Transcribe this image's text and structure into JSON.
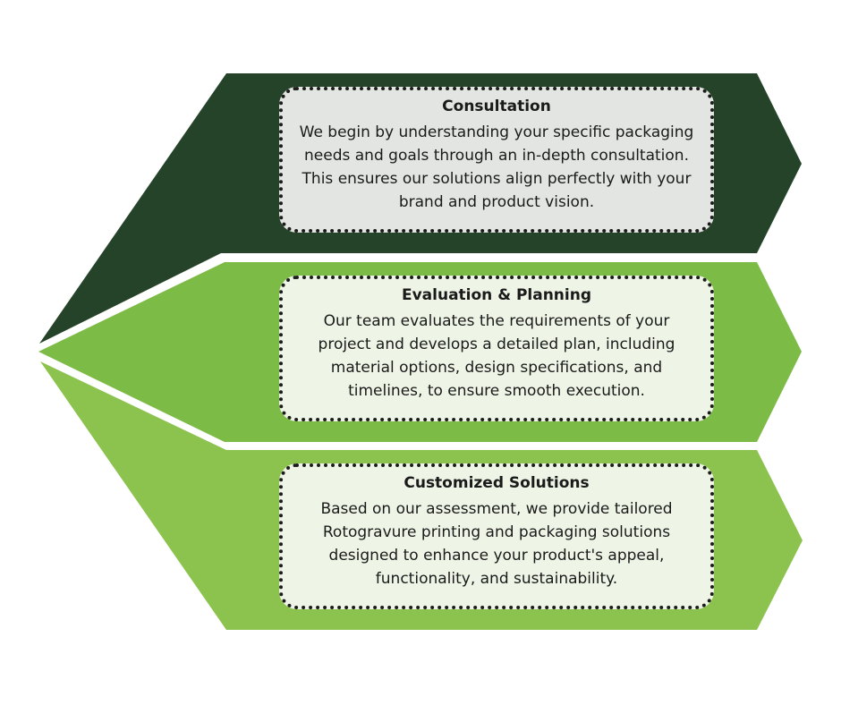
{
  "colors": {
    "step1_fill": "#254329",
    "step2_fill": "#7dbb47",
    "step3_fill": "#8cc34e",
    "card1_bg": "#e2e5e1",
    "card_bg": "#eef5e6",
    "border": "#1c1c1c"
  },
  "steps": [
    {
      "title": "Consultation",
      "body": "We begin by understanding your specific packaging needs and goals through an in-depth consultation. This ensures our solutions align perfectly with your brand and product vision."
    },
    {
      "title": "Evaluation & Planning",
      "body": "Our team evaluates the requirements of your project and develops a detailed plan, including material options, design specifications, and timelines, to ensure smooth execution."
    },
    {
      "title": "Customized Solutions",
      "body": "Based on our assessment, we provide tailored Rotogravure printing and packaging solutions designed to enhance your product's appeal, functionality, and sustainability."
    }
  ]
}
